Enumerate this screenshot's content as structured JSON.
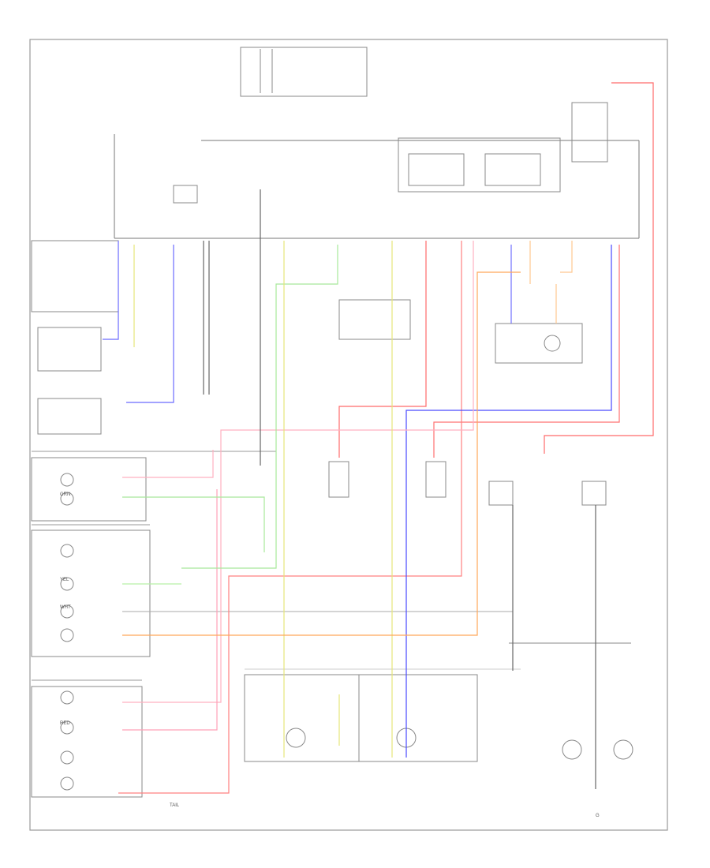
{
  "labels": {
    "bulb_green": "GRN",
    "bulb_yellow": "YEL",
    "bulb_red": "RED",
    "bulb_white": "WHT",
    "ground": "G",
    "tail_text": "TAIL"
  },
  "colors": {
    "blue": "#4a4aff",
    "red": "#ff6a6a",
    "pink": "#ffb0c0",
    "green": "#a8e89a",
    "yellow": "#e6e67a",
    "orange": "#ffa85a",
    "light_orange": "#ffc890",
    "black": "#555555"
  }
}
